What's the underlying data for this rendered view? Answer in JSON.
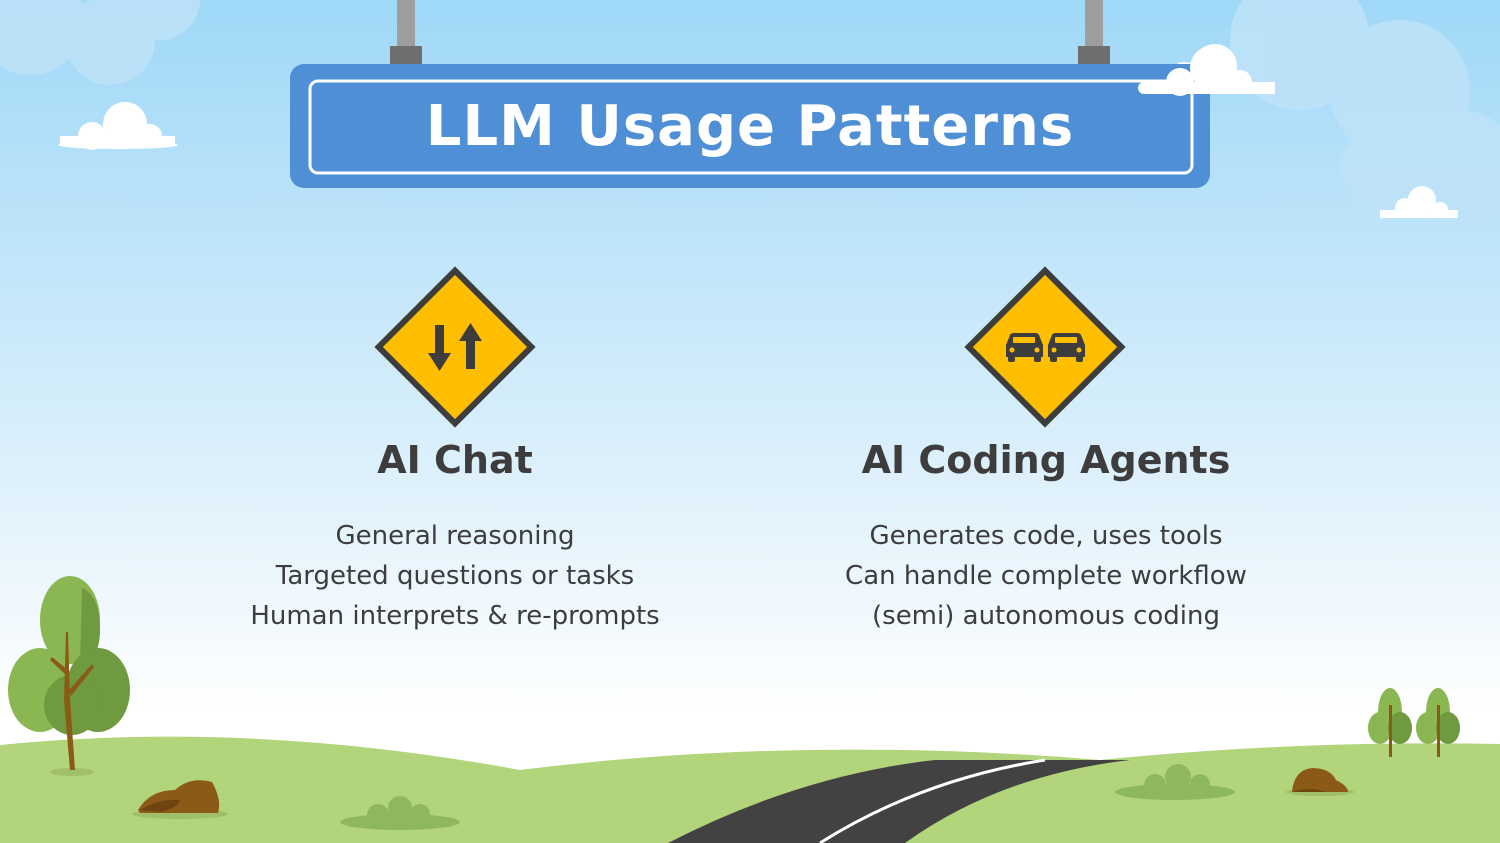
{
  "sign": {
    "title": "LLM Usage Patterns"
  },
  "columns": [
    {
      "icon": "two-way-traffic-arrows-icon",
      "heading": "AI Chat",
      "items": [
        "General reasoning",
        "Targeted questions or tasks",
        "Human interprets & re-prompts"
      ]
    },
    {
      "icon": "two-cars-icon",
      "heading": "AI Coding Agents",
      "items": [
        "Generates code, uses tools",
        "Can handle complete workflow",
        "(semi) autonomous coding"
      ]
    }
  ],
  "colors": {
    "sky_top": "#9fd8f8",
    "sky_bottom": "#ffffff",
    "sign_blue": "#4f8fd6",
    "warning_yellow": "#ffbf00",
    "text_dark": "#3d3d3d",
    "grass": "#b2d47b",
    "road": "#424242"
  }
}
